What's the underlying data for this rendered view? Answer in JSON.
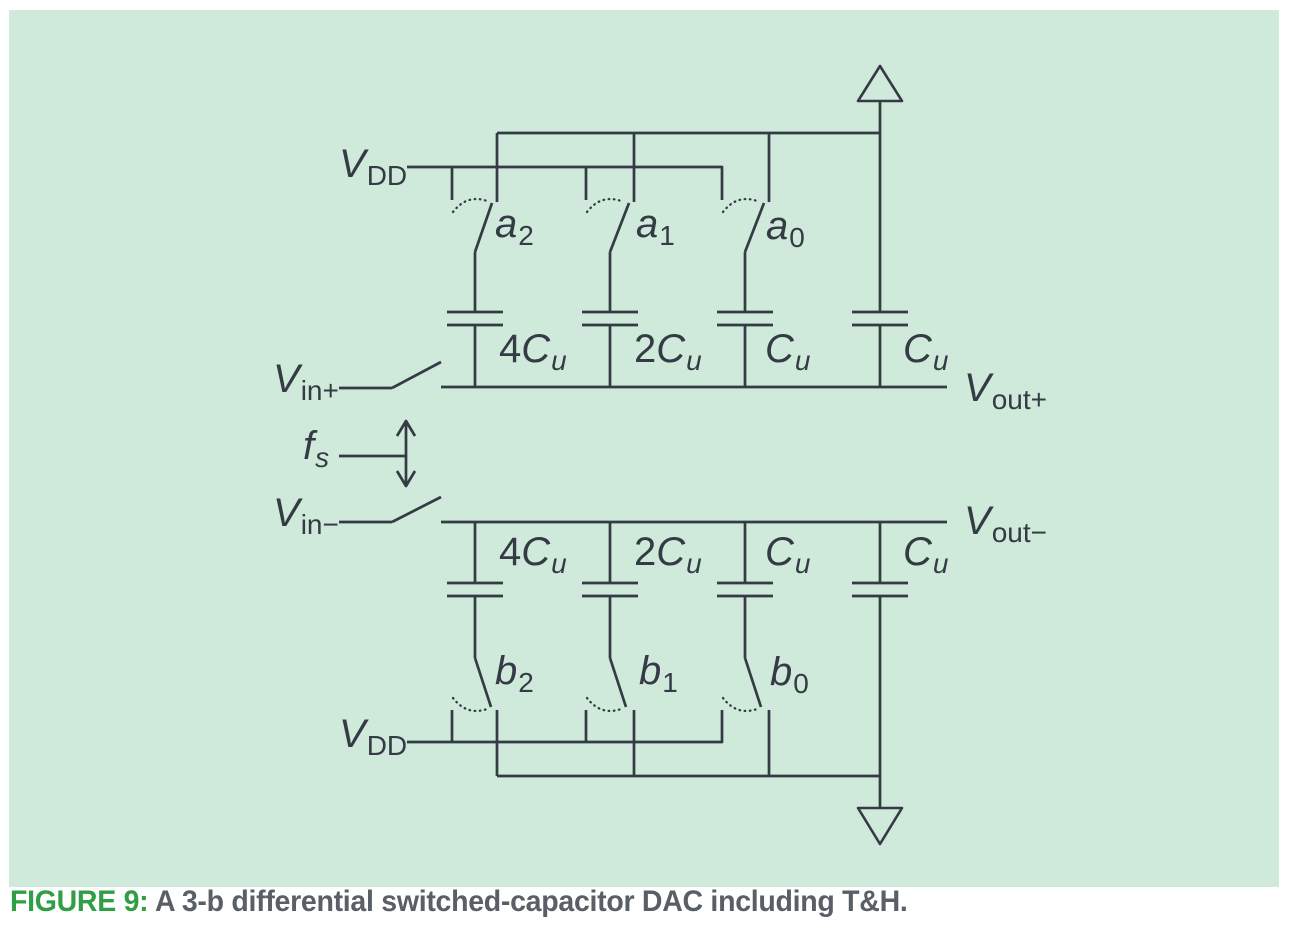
{
  "colors": {
    "page-bg": "#ffffff",
    "panel-bg": "#cfe9da",
    "stroke": "#343b44",
    "caption-label": "#2f9e44",
    "caption-text": "#595f66"
  },
  "caption": {
    "label": "FIGURE 9:",
    "text": "A 3-b differential switched-capacitor DAC including T&H."
  },
  "labels": {
    "vdd_top": {
      "pre": "",
      "main": "V",
      "sub": "DD",
      "subcls": "rm"
    },
    "vdd_bottom": {
      "pre": "",
      "main": "V",
      "sub": "DD",
      "subcls": "rm"
    },
    "vin_plus": {
      "pre": "",
      "main": "V",
      "sub": "in+",
      "subcls": "rm"
    },
    "vin_minus": {
      "pre": "",
      "main": "V",
      "sub": "in−",
      "subcls": "rm"
    },
    "vout_plus": {
      "pre": "",
      "main": "V",
      "sub": "out+",
      "subcls": "rm"
    },
    "vout_minus": {
      "pre": "",
      "main": "V",
      "sub": "out−",
      "subcls": "rm"
    },
    "fs": {
      "pre": "",
      "main": "f",
      "sub": "s",
      "subcls": "it"
    },
    "a2": {
      "pre": "",
      "main": "a",
      "sub": "2",
      "subcls": "rm"
    },
    "a1": {
      "pre": "",
      "main": "a",
      "sub": "1",
      "subcls": "rm"
    },
    "a0": {
      "pre": "",
      "main": "a",
      "sub": "0",
      "subcls": "rm"
    },
    "b2": {
      "pre": "",
      "main": "b",
      "sub": "2",
      "subcls": "rm"
    },
    "b1": {
      "pre": "",
      "main": "b",
      "sub": "1",
      "subcls": "rm"
    },
    "b0": {
      "pre": "",
      "main": "b",
      "sub": "0",
      "subcls": "rm"
    },
    "cap_top_1": {
      "pre": "4",
      "main": "C",
      "sub": "u",
      "subcls": "it"
    },
    "cap_top_2": {
      "pre": "2",
      "main": "C",
      "sub": "u",
      "subcls": "it"
    },
    "cap_top_3": {
      "pre": "",
      "main": "C",
      "sub": "u",
      "subcls": "it"
    },
    "cap_top_4": {
      "pre": "",
      "main": "C",
      "sub": "u",
      "subcls": "it"
    },
    "cap_bot_1": {
      "pre": "4",
      "main": "C",
      "sub": "u",
      "subcls": "it"
    },
    "cap_bot_2": {
      "pre": "2",
      "main": "C",
      "sub": "u",
      "subcls": "it"
    },
    "cap_bot_3": {
      "pre": "",
      "main": "C",
      "sub": "u",
      "subcls": "it"
    },
    "cap_bot_4": {
      "pre": "",
      "main": "C",
      "sub": "u",
      "subcls": "it"
    }
  },
  "icons": {
    "supply_triangle": "triangle-up",
    "ground_triangle": "triangle-down",
    "clock_arrow": "double-headed-vertical-arrow"
  }
}
